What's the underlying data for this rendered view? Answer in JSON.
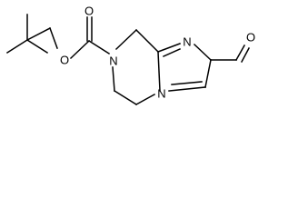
{
  "molecule": {
    "atoms": [
      {
        "id": "o_carbonyl",
        "label": "O"
      },
      {
        "id": "o_ester",
        "label": "O"
      },
      {
        "id": "n_carbamate",
        "label": "N"
      },
      {
        "id": "n_imine",
        "label": "N"
      },
      {
        "id": "n_bridge",
        "label": "N"
      },
      {
        "id": "o_aldehyde",
        "label": "O"
      }
    ]
  },
  "colors": {
    "bond": "#000000",
    "label": "#000000",
    "background": "#ffffff"
  }
}
